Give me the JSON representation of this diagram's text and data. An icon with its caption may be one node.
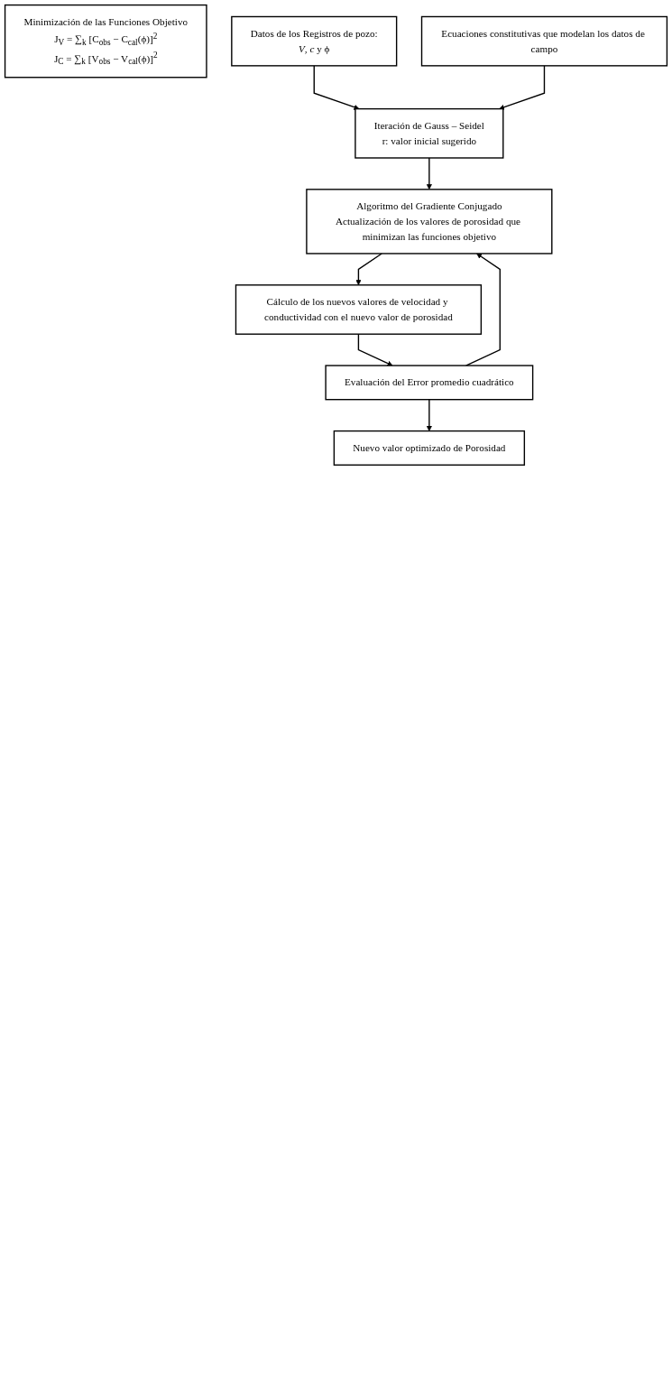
{
  "diagram": {
    "nodes": [
      {
        "text": [
          "Minimización de las Funciones Objetivo",
          "J$_{V}$ = ∑$_{k}$ [C$_{obs}$ − C$_{cal}$(ϕ)]$^{2}$",
          "J$_{C}$ = ∑$_{k}$ [V$_{obs}$ − V$_{cal}$(ϕ)]$^{2}$"
        ]
      },
      {
        "text": [
          "Datos de los Registros de pozo:",
          "*V*, *c* y ϕ"
        ]
      },
      {
        "text": [
          "Ecuaciones constitutivas que modelan los datos de campo"
        ]
      },
      {
        "text": [
          "Iteración de Gauss – Seidel",
          "r: valor inicial sugerido"
        ]
      },
      {
        "text": [
          "Algoritmo del Gradiente Conjugado",
          "Actualización de los valores de porosidad que minimizan las funciones objetivo"
        ]
      },
      {
        "text": [
          "Cálculo de los nuevos valores de velocidad y conductividad con el nuevo valor de porosidad"
        ]
      },
      {
        "text": [
          "Evaluación del Error promedio cuadrático"
        ]
      },
      {
        "text": [
          "Nuevo valor optimizado de Porosidad"
        ]
      }
    ],
    "edges": [
      {
        "from": 1,
        "to": 3,
        "arrow": "to"
      },
      {
        "from": 2,
        "to": 3,
        "arrow": "to"
      },
      {
        "from": 3,
        "to": 4,
        "arrow": "to"
      },
      {
        "from": 4,
        "to": 5,
        "arrow": "to"
      },
      {
        "from": 5,
        "to": 6,
        "arrow": "to"
      },
      {
        "from": 6,
        "to": 4,
        "arrow": "to"
      },
      {
        "from": 6,
        "to": 7,
        "arrow": "to"
      }
    ]
  }
}
